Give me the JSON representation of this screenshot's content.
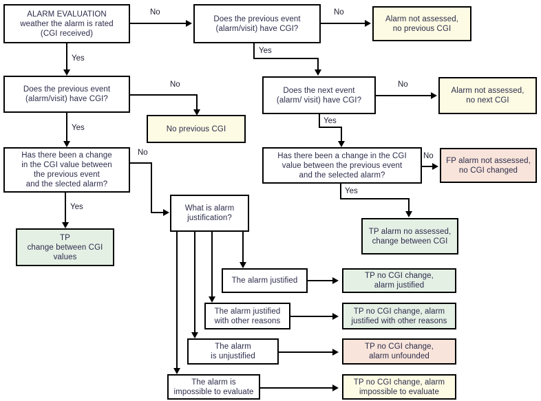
{
  "diagram": {
    "title": "ALARM EVALUATION decision flowchart",
    "colors": {
      "white": "#ffffff",
      "yellow": "#fdfbe3",
      "green": "#e5f0e5",
      "pink": "#f8e4da",
      "stroke": "#000000",
      "text": "#2b2b4a"
    },
    "nodes": {
      "start": "ALARM EVALUATION\nweather the alarm is rated\n(CGI received)",
      "prev_cgi_top": "Does the previous event\n(alarm/visit) have CGI?",
      "alarm_not_assessed_no_prev": "Alarm not assessed,\nno previous CGI",
      "prev_cgi_left": "Does the previous event\n(alarm/visit) have CGI?",
      "no_previous_cgi": "No previous CGI",
      "next_cgi": "Does the next event\n(alarm/ visit) have CGI?",
      "alarm_not_assessed_no_next": "Alarm not assessed,\nno next CGI",
      "change_left": "Has there been a change\nin the CGI value between\nthe previous event\nand the slected alarm?",
      "change_right": "Has there been a change in the CGI\nvalue between the previous event\nand the selected alarm?",
      "fp_no_cgi_changed": "FP alarm not assessed,\nno CGI changed",
      "tp_change_between": "TP\nchange between CGI\nvalues",
      "tp_alarm_no_assessed": "TP alarm no assessed,\nchange between CGI",
      "what_justification": "What is alarm\njustification?",
      "alarm_justified": "The alarm justified",
      "alarm_justified_other": "The alarm justified\nwith other reasons",
      "alarm_unjustified": "The alarm\nis unjustified",
      "alarm_impossible": "The alarm is\nimpossible to evaluate",
      "res_justified": "TP no CGI change,\nalarm justified",
      "res_justified_other": "TP no CGI change, alarm\njustified with other reasons",
      "res_unfounded": "TP no CGI change,\nalarm unfounded",
      "res_impossible": "TP no CGI change, alarm\nimpossible to evaluate"
    },
    "edge_labels": {
      "start_no": "No",
      "start_yes": "Yes",
      "prev_top_no": "No",
      "prev_top_yes": "Yes",
      "prev_left_no": "No",
      "prev_left_yes": "Yes",
      "next_no": "No",
      "next_yes": "Yes",
      "change_left_no": "No",
      "change_left_yes": "Yes",
      "change_right_no": "No",
      "change_right_yes": "Yes"
    }
  }
}
